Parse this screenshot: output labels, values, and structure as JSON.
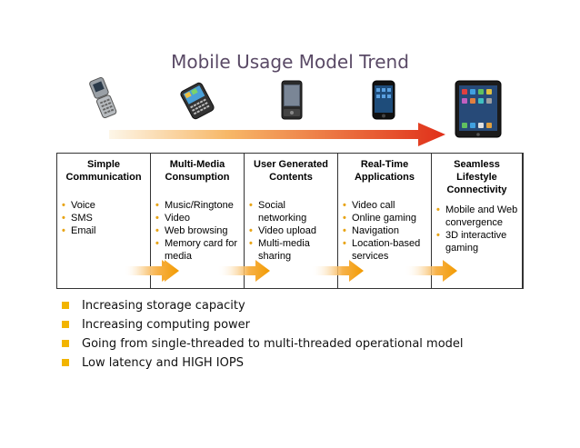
{
  "title": "Mobile Usage Model Trend",
  "icons": [
    "flip-phone-icon",
    "smartphone-keyboard-icon",
    "touch-phone-icon",
    "iphone-icon",
    "tablet-icon"
  ],
  "colors": {
    "accent_orange": "#f2a100",
    "arrow_red": "#e03a1e",
    "bullet_yellow": "#f2b400",
    "title": "#5a4a66"
  },
  "columns": [
    {
      "heading": [
        "Simple",
        "Communication"
      ],
      "items": [
        "Voice",
        "SMS",
        "Email"
      ]
    },
    {
      "heading": [
        "Multi-Media",
        "Consumption"
      ],
      "items": [
        "Music/Ringtone",
        "Video",
        "Web browsing",
        "Memory card for media"
      ]
    },
    {
      "heading": [
        "User Generated",
        "Contents"
      ],
      "items": [
        "Social networking",
        "Video upload",
        "Multi-media sharing"
      ]
    },
    {
      "heading": [
        "Real-Time",
        "Applications"
      ],
      "items": [
        "Video call",
        "Online gaming",
        "Navigation",
        "Location-based services"
      ]
    },
    {
      "heading": [
        "Seamless",
        "Lifestyle",
        "Connectivity"
      ],
      "items": [
        "Mobile and Web convergence",
        "3D interactive gaming"
      ]
    }
  ],
  "bullets": [
    "Increasing storage capacity",
    "Increasing compu\u0000ng power",
    "Going from single-threaded to mul\u0000-threaded opera\u0000onal model",
    "Low latency and HIGH IOPS"
  ]
}
